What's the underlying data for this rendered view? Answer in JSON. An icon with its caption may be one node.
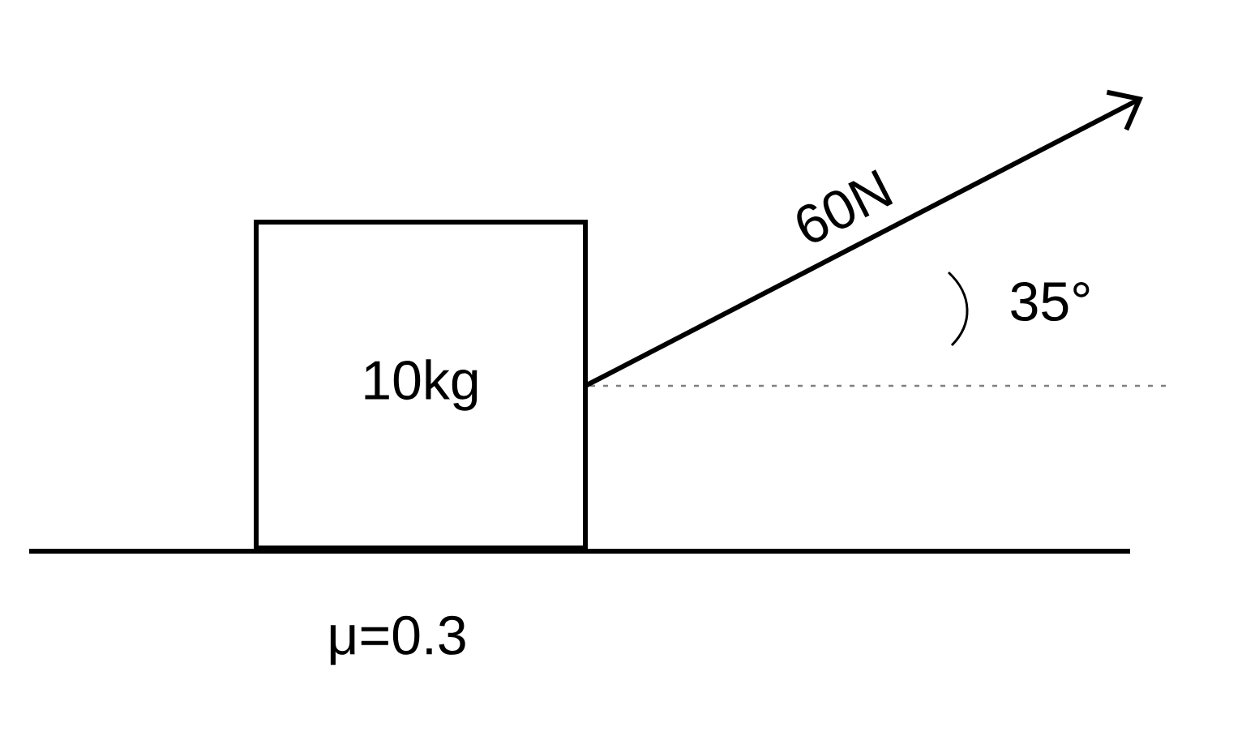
{
  "diagram": {
    "nodes": [
      {
        "text": [
          "10kg"
        ]
      }
    ],
    "labels": [
      "60N",
      "35°",
      "μ=0.3"
    ]
  }
}
